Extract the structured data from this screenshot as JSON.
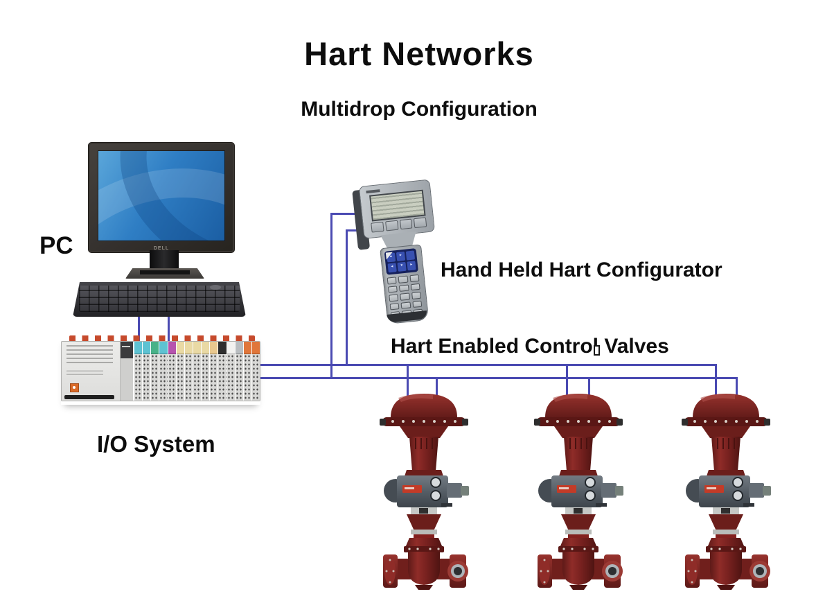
{
  "title": "Hart Networks",
  "subtitle": "Multidrop Configuration",
  "labels": {
    "pc": "PC",
    "io_system": "I/O System",
    "handheld": "Hand Held Hart Configurator",
    "valves": "Hart Enabled Control Valves"
  },
  "monitor": {
    "brand": "DELL"
  },
  "colors": {
    "wire": "#4a4ab2",
    "valve_body": "#7b2422",
    "positioner": "#5b6168",
    "io_tab": "#c64a2c",
    "io_module_bands": [
      "#5ec2d2",
      "#5ec2d2",
      "#49b289",
      "#5ec2d2",
      "#b653ae",
      "#e9d9a4",
      "#e9d9a4",
      "#e9d9a4",
      "#e9d9a4",
      "#e9c88e",
      "#2e2e2e",
      "#f2f2f0",
      "#b9bdc0",
      "#e0763a",
      "#e0763a"
    ]
  }
}
